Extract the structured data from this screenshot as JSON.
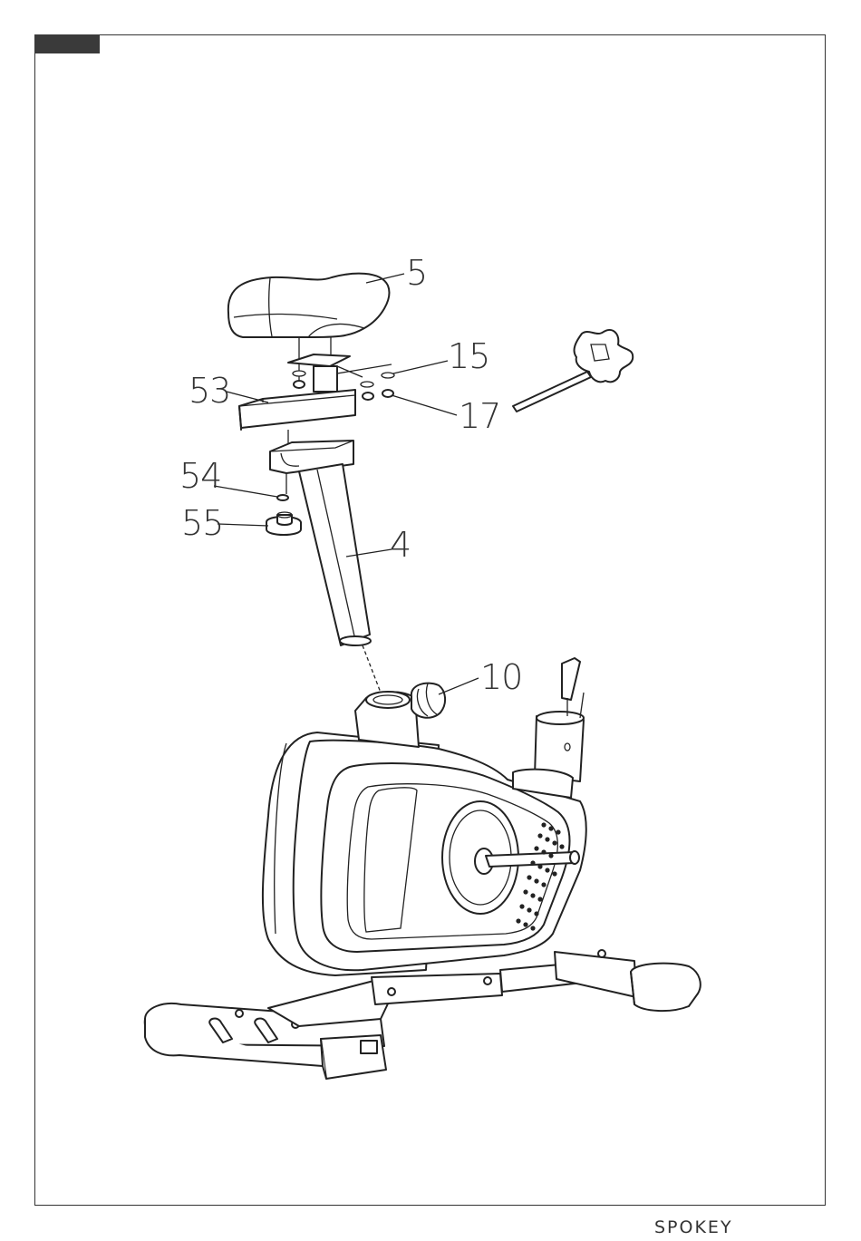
{
  "colors": {
    "ink": "#222222",
    "tab": "#3a3a3a",
    "brand": "#333333"
  },
  "callouts": {
    "seat": "5",
    "washer": "15",
    "nut": "17",
    "slider": "53",
    "knob_washer": "54",
    "knob": "55",
    "seat_post": "4",
    "tension_knob": "10"
  },
  "footer": {
    "brand": "SPOKEY"
  },
  "icons": {
    "wrench": "cross-wrench-icon"
  }
}
